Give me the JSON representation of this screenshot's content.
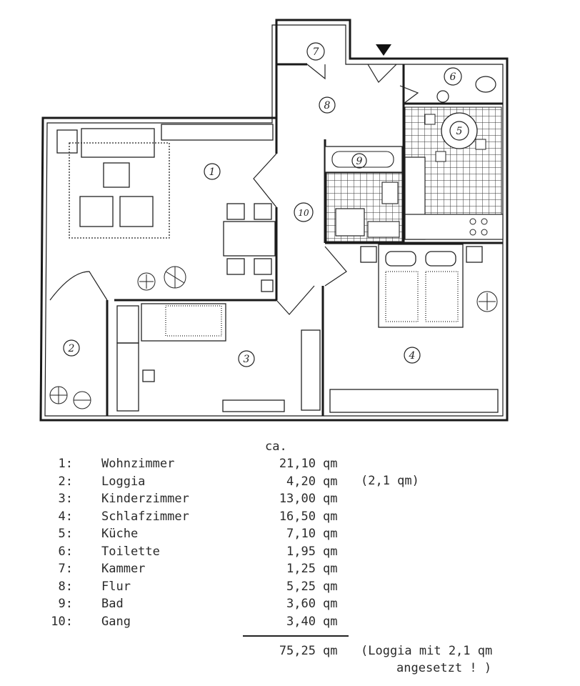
{
  "rooms": [
    {
      "num": "1:",
      "name": "Wohnzimmer",
      "area": "21,10",
      "unit": "qm",
      "label": "1"
    },
    {
      "num": "2:",
      "name": "Loggia",
      "area": "4,20",
      "unit": "qm",
      "label": "2"
    },
    {
      "num": "3:",
      "name": "Kinderzimmer",
      "area": "13,00",
      "unit": "qm",
      "label": "3"
    },
    {
      "num": "4:",
      "name": "Schlafzimmer",
      "area": "16,50",
      "unit": "qm",
      "label": "4"
    },
    {
      "num": "5:",
      "name": "Küche",
      "area": "7,10",
      "unit": "qm",
      "label": "5"
    },
    {
      "num": "6:",
      "name": "Toilette",
      "area": "1,95",
      "unit": "qm",
      "label": "6"
    },
    {
      "num": "7:",
      "name": "Kammer",
      "area": "1,25",
      "unit": "qm",
      "label": "7"
    },
    {
      "num": "8:",
      "name": "Flur",
      "area": "5,25",
      "unit": "qm",
      "label": "8"
    },
    {
      "num": "9:",
      "name": "Bad",
      "area": "3,60",
      "unit": "qm",
      "label": "9"
    },
    {
      "num": "10:",
      "name": "Gang",
      "area": "3,40",
      "unit": "qm",
      "label": "10"
    }
  ],
  "ca_label": "ca.",
  "loggia_note": "(2,1 qm)",
  "total": {
    "area": "75,25",
    "unit": "qm"
  },
  "total_note_line1": "(Loggia mit 2,1 qm",
  "total_note_line2": "angesetzt ! )"
}
